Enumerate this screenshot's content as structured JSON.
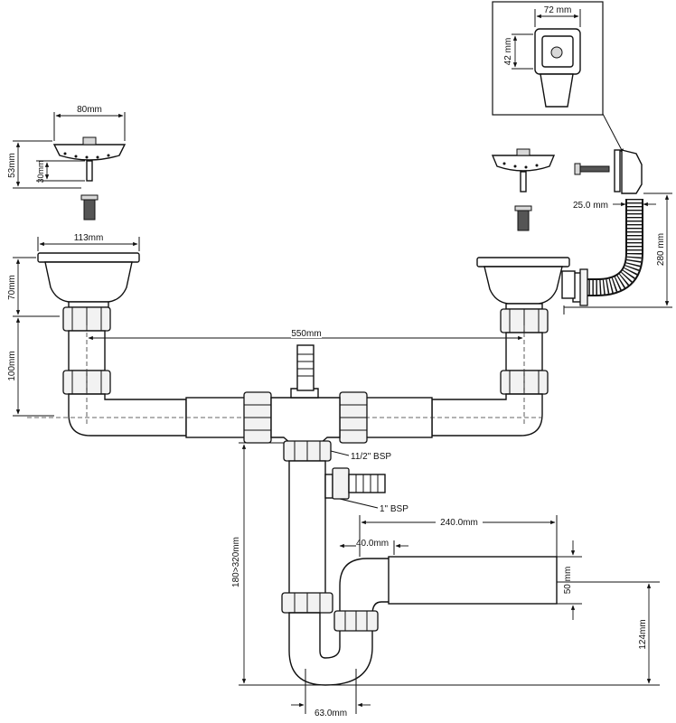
{
  "dimensions": {
    "strainer_width": "80mm",
    "strainer_height": "53mm",
    "stem_height": "30mm",
    "basket_width": "113mm",
    "basket_height": "70mm",
    "tail_height": "100mm",
    "center_distance": "550mm",
    "overflow_width": "72 mm",
    "overflow_height": "42 mm",
    "hose_diameter": "25.0 mm",
    "hose_length": "280 mm",
    "trap_thread": "11/2\" BSP",
    "side_thread": "1\" BSP",
    "trap_range": "180>320mm",
    "outlet_length": "240.0mm",
    "outlet_offset": "40.0mm",
    "outlet_diameter": "50 mm",
    "outlet_height": "124mm",
    "trap_width": "63.0mm"
  }
}
